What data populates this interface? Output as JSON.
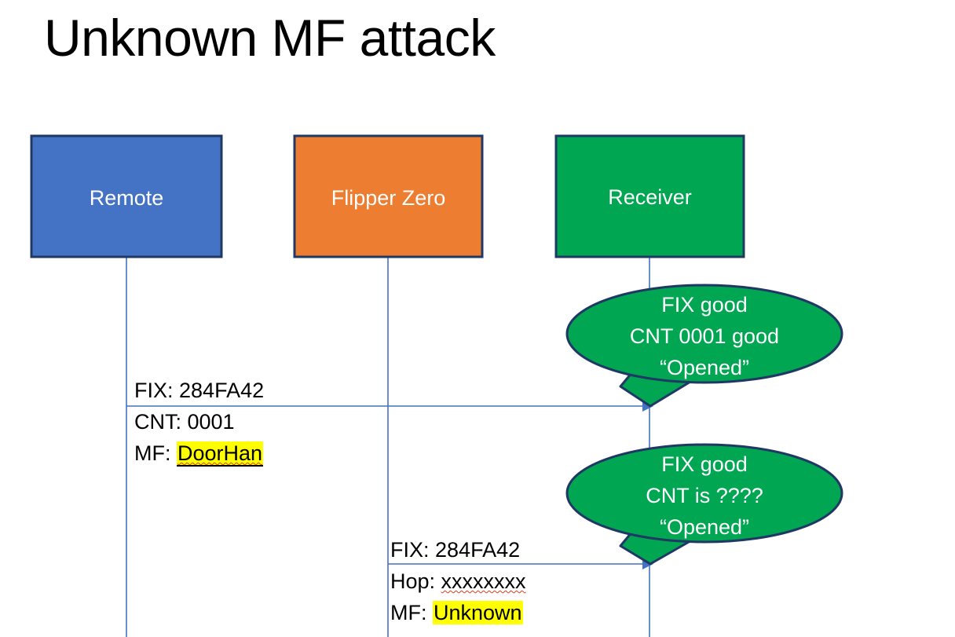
{
  "slide": {
    "title": "Unknown MF attack",
    "background": "#ffffff"
  },
  "colors": {
    "remote_fill": "#4472C4",
    "flipper_fill": "#ED7D31",
    "receiver_fill": "#00A651",
    "box_border": "#1F3864",
    "lifeline": "#4472C4",
    "arrow": "#4472C4",
    "highlight": "#FFFF00",
    "text_dark": "#000000",
    "text_light": "#FFFFFF",
    "spellcheck": "#E03B1A"
  },
  "actors": [
    {
      "id": "remote",
      "label": "Remote",
      "fill": "#4472C4"
    },
    {
      "id": "flipper",
      "label": "Flipper Zero",
      "fill": "#ED7D31"
    },
    {
      "id": "receiver",
      "label": "Receiver",
      "fill": "#00A651"
    }
  ],
  "messages": [
    {
      "id": "remote-to-receiver",
      "from": "remote",
      "to": "receiver",
      "lines": [
        {
          "label": "FIX: ",
          "value": "284FA42",
          "highlight": false,
          "spellcheck": false
        },
        {
          "label": "CNT: ",
          "value": "0001",
          "highlight": false,
          "spellcheck": false
        },
        {
          "label": "MF: ",
          "value": "DoorHan",
          "highlight": true,
          "spellcheck": true
        }
      ]
    },
    {
      "id": "flipper-to-receiver",
      "from": "flipper",
      "to": "receiver",
      "lines": [
        {
          "label": "FIX: ",
          "value": "284FA42",
          "highlight": false,
          "spellcheck": false
        },
        {
          "label": "Hop: ",
          "value": "xxxxxxxx",
          "highlight": false,
          "spellcheck": true
        },
        {
          "label": "MF: ",
          "value": "Unknown",
          "highlight": true,
          "spellcheck": false
        }
      ]
    }
  ],
  "callouts": [
    {
      "id": "callout-first",
      "owner": "receiver",
      "fill": "#00A651",
      "lines": [
        "FIX good",
        "CNT 0001 good",
        "“Opened”"
      ]
    },
    {
      "id": "callout-second",
      "owner": "receiver",
      "fill": "#00A651",
      "lines": [
        "FIX good",
        "CNT is ????",
        "“Opened”"
      ]
    }
  ]
}
